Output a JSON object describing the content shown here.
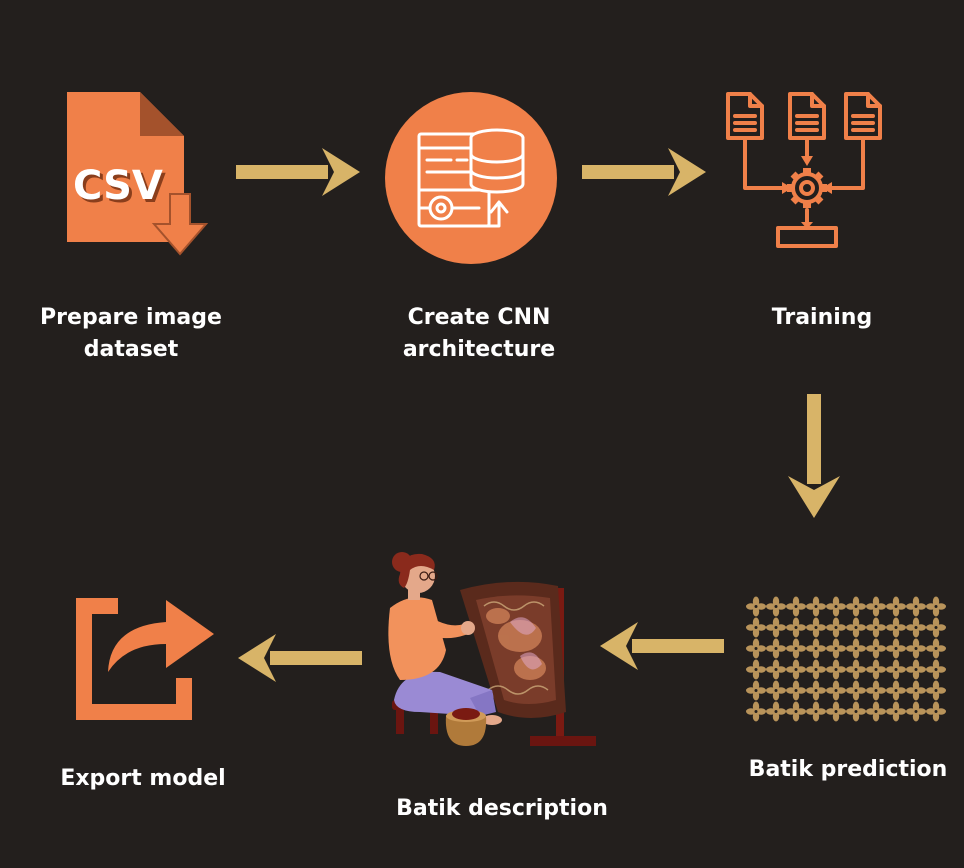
{
  "colors": {
    "background": "#231f1d",
    "accent_orange": "#f08049",
    "arrow_gold": "#d8b468",
    "label_text": "#ffffff"
  },
  "steps": [
    {
      "id": "prepare",
      "label": "Prepare image dataset",
      "label_lines": [
        "Prepare image",
        "dataset"
      ],
      "icon": "csv-file-download-icon",
      "icon_text": "CSV"
    },
    {
      "id": "cnn",
      "label": "Create CNN architecture",
      "label_lines": [
        "Create CNN",
        "architecture"
      ],
      "icon": "cnn-architecture-icon"
    },
    {
      "id": "training",
      "label": "Training",
      "label_lines": [
        "Training"
      ],
      "icon": "training-process-icon"
    },
    {
      "id": "prediction",
      "label": "Batik prediction",
      "label_lines": [
        "Batik prediction"
      ],
      "icon": "batik-pattern-icon"
    },
    {
      "id": "description",
      "label": "Batik description",
      "label_lines": [
        "Batik description"
      ],
      "icon": "batik-artisan-illustration"
    },
    {
      "id": "export",
      "label": "Export model",
      "label_lines": [
        "Export model"
      ],
      "icon": "export-icon"
    }
  ],
  "flow": [
    {
      "from": "prepare",
      "to": "cnn",
      "direction": "right"
    },
    {
      "from": "cnn",
      "to": "training",
      "direction": "right"
    },
    {
      "from": "training",
      "to": "prediction",
      "direction": "down"
    },
    {
      "from": "prediction",
      "to": "description",
      "direction": "left"
    },
    {
      "from": "description",
      "to": "export",
      "direction": "left"
    }
  ]
}
